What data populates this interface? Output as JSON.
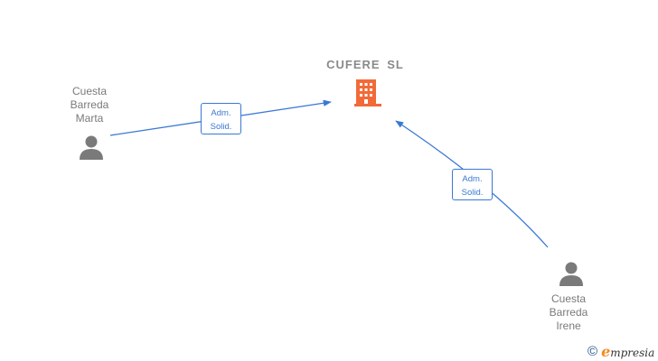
{
  "company": {
    "name": "CUFERE SL",
    "icon": "building-icon",
    "color": "#f26a38"
  },
  "persons": [
    {
      "name_lines": [
        "Cuesta",
        "Barreda",
        "Marta"
      ],
      "icon": "person-icon"
    },
    {
      "name_lines": [
        "Cuesta",
        "Barreda",
        "Irene"
      ],
      "icon": "person-icon"
    }
  ],
  "relations": [
    {
      "from": "Cuesta Barreda Marta",
      "to": "CUFERE SL",
      "label_lines": [
        "Adm.",
        "Solid."
      ]
    },
    {
      "from": "Cuesta Barreda Irene",
      "to": "CUFERE SL",
      "label_lines": [
        "Adm.",
        "Solid."
      ]
    }
  ],
  "brand": {
    "copyright_symbol": "©",
    "initial": "e",
    "rest": "mpresia"
  },
  "colors": {
    "edge": "#3a78d4",
    "person": "#7a7a7a",
    "text": "#7a7a7a"
  }
}
